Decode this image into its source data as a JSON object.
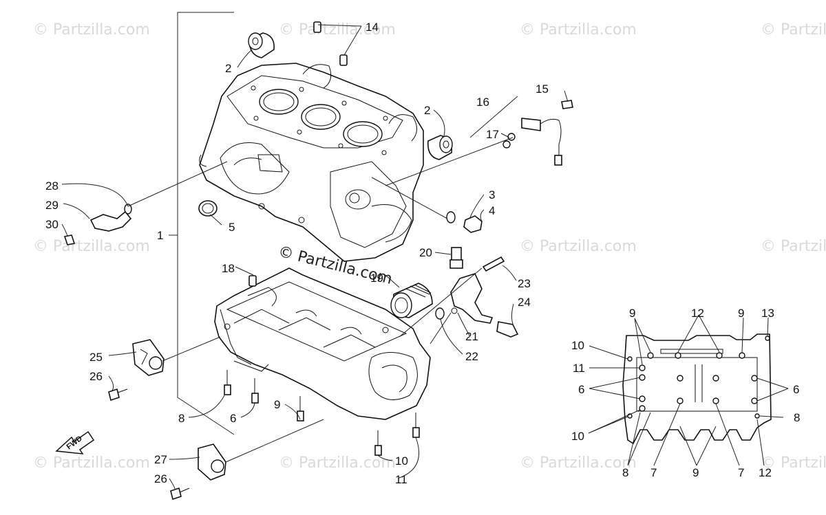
{
  "watermark": {
    "repeat_text": "© Partzilla.com",
    "center_text": "© Partzilla.com"
  },
  "fwd_label": "FWD",
  "callouts": {
    "n1": "1",
    "n2a": "2",
    "n2b": "2",
    "n3": "3",
    "n4": "4",
    "n5": "5",
    "n6a": "6",
    "n6b": "6",
    "n6c": "6",
    "n7a": "7",
    "n7b": "7",
    "n8a": "8",
    "n8b": "8",
    "n8c": "8",
    "n9a": "9",
    "n9b": "9",
    "n9c": "9",
    "n9d": "9",
    "n10a": "10",
    "n10b": "10",
    "n10c": "10",
    "n11a": "11",
    "n11b": "11",
    "n12a": "12",
    "n12b": "12",
    "n13": "13",
    "n14": "14",
    "n15": "15",
    "n16": "16",
    "n17": "17",
    "n18": "18",
    "n19": "19",
    "n20": "20",
    "n21": "21",
    "n22": "22",
    "n23": "23",
    "n24": "24",
    "n25": "25",
    "n26a": "26",
    "n26b": "26",
    "n27": "27",
    "n28": "28",
    "n29": "29",
    "n30": "30"
  }
}
